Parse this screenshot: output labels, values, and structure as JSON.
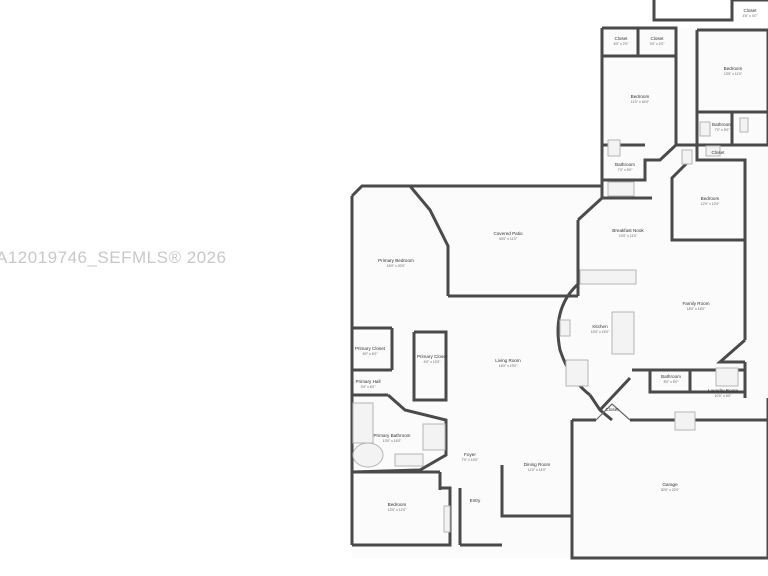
{
  "watermark": "A12019746_SEFMLS® 2026",
  "rooms": [
    {
      "id": "closet-top-right",
      "name": "Closet",
      "dims": "4'6\" x 4'0\""
    },
    {
      "id": "closet-upper-a",
      "name": "Closet",
      "dims": "6'0\" x 2'0\""
    },
    {
      "id": "closet-upper-b",
      "name": "Closet",
      "dims": "3'0\" x 2'0\""
    },
    {
      "id": "bedroom-upper-left",
      "name": "Bedroom",
      "dims": "11'0\" x 16'0\""
    },
    {
      "id": "bedroom-upper-right",
      "name": "Bedroom",
      "dims": "13'0\" x 11'0\""
    },
    {
      "id": "bathroom-upper-right",
      "name": "Bathroom",
      "dims": "7'0\" x 5'0\""
    },
    {
      "id": "bathroom-upper-mid",
      "name": "Bathroom",
      "dims": "7'0\" x 5'0\""
    },
    {
      "id": "closet-mid",
      "name": "Closet",
      "dims": ""
    },
    {
      "id": "bedroom-mid-right",
      "name": "Bedroom",
      "dims": "12'0\" x 12'0\""
    },
    {
      "id": "primary-bedroom",
      "name": "Primary Bedroom",
      "dims": "16'0\" x 20'0\""
    },
    {
      "id": "covered-patio",
      "name": "Covered Patio",
      "dims": "40'0\" x 11'0\""
    },
    {
      "id": "breakfast-nook",
      "name": "Breakfast Nook",
      "dims": "10'0\" x 11'0\""
    },
    {
      "id": "family-room",
      "name": "Family Room",
      "dims": "18'0\" x 18'0\""
    },
    {
      "id": "kitchen",
      "name": "Kitchen",
      "dims": "16'0\" x 15'0\""
    },
    {
      "id": "primary-closet-a",
      "name": "Primary Closet",
      "dims": "6'0\" x 6'0\""
    },
    {
      "id": "primary-closet-b",
      "name": "Primary Closet",
      "dims": "6'0\" x 10'0\""
    },
    {
      "id": "living-room",
      "name": "Living Room",
      "dims": "16'0\" x 19'0\""
    },
    {
      "id": "primary-hall",
      "name": "Primary Hall",
      "dims": "3'0\" x 6'0\""
    },
    {
      "id": "primary-bathroom",
      "name": "Primary Bathroom",
      "dims": "13'0\" x 16'0\""
    },
    {
      "id": "bathroom-lower",
      "name": "Bathroom",
      "dims": "8'0\" x 5'0\""
    },
    {
      "id": "laundry-room",
      "name": "Laundry Room",
      "dims": "10'0\" x 6'0\""
    },
    {
      "id": "closet-lower",
      "name": "Closet",
      "dims": ""
    },
    {
      "id": "foyer",
      "name": "Foyer",
      "dims": "7'0\" x 10'0\""
    },
    {
      "id": "dining-room",
      "name": "Dining Room",
      "dims": "11'0\" x 14'0\""
    },
    {
      "id": "garage",
      "name": "Garage",
      "dims": "30'0\" x 22'0\""
    },
    {
      "id": "bedroom-lower",
      "name": "Bedroom",
      "dims": "13'0\" x 12'0\""
    },
    {
      "id": "entry",
      "name": "Entry",
      "dims": ""
    }
  ]
}
